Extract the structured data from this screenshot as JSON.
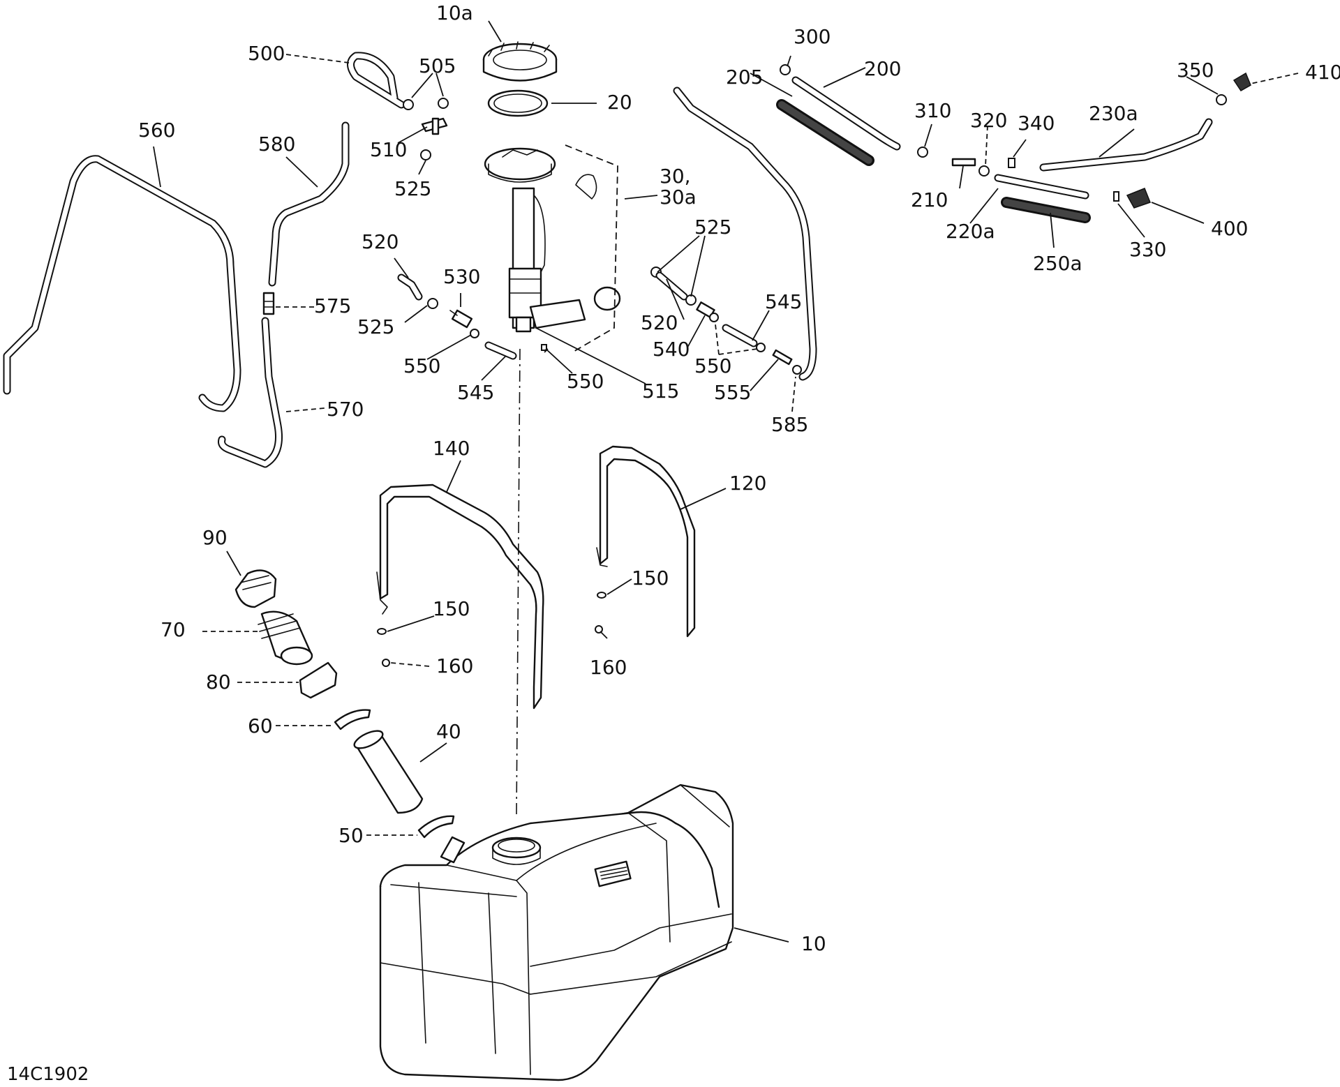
{
  "diagram_id": "14C1902",
  "callouts": {
    "c10a": "10a",
    "c20": "20",
    "c500": "500",
    "c505": "505",
    "c510": "510",
    "c525a": "525",
    "c560": "560",
    "c580": "580",
    "c575": "575",
    "c570": "570",
    "c520a": "520",
    "c525b": "525",
    "c530": "530",
    "c550a": "550",
    "c545a": "545",
    "c550b": "550",
    "c515": "515",
    "c30": "30,",
    "c30a": "30a",
    "c300": "300",
    "c205": "205",
    "c200": "200",
    "c310": "310",
    "c320": "320",
    "c340": "340",
    "c230a": "230a",
    "c350": "350",
    "c410": "410",
    "c210": "210",
    "c220a": "220a",
    "c250a": "250a",
    "c330": "330",
    "c400": "400",
    "c525c": "525",
    "c520b": "520",
    "c540": "540",
    "c545b": "545",
    "c550c": "550",
    "c555": "555",
    "c585": "585",
    "c140": "140",
    "c120": "120",
    "c90": "90",
    "c70": "70",
    "c80": "80",
    "c60": "60",
    "c40": "40",
    "c50": "50",
    "c150a": "150",
    "c160a": "160",
    "c150b": "150",
    "c160b": "160",
    "c10": "10"
  }
}
